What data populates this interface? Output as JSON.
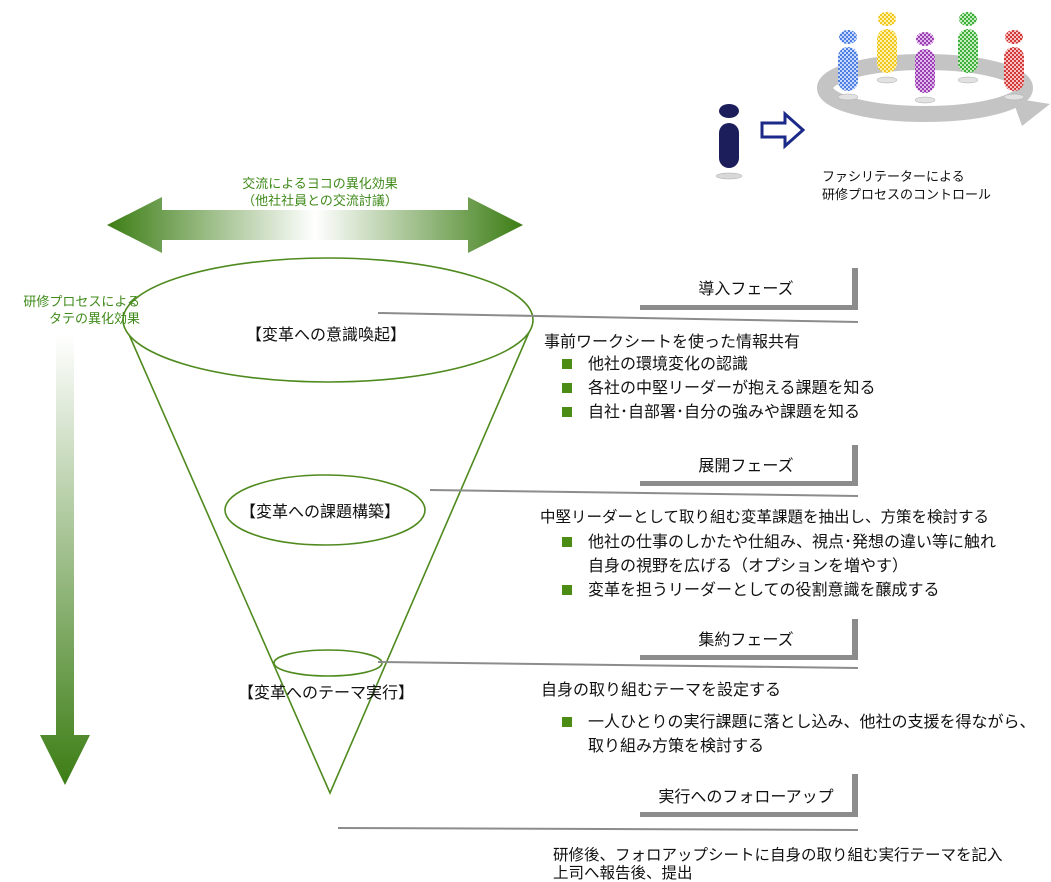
{
  "horizontal_effect": {
    "line1": "交流によるヨコの異化効果",
    "line2": "（他社社員との交流討議）"
  },
  "vertical_effect": {
    "line1": "研修プロセスによる",
    "line2": "タテの異化効果"
  },
  "facilitator": {
    "line1": "ファシリテーターによる",
    "line2": "研修プロセスのコントロール"
  },
  "stages": [
    {
      "label": "【変革への意識喚起】"
    },
    {
      "label": "【変革への課題構築】"
    },
    {
      "label": "【変革へのテーマ実行】"
    }
  ],
  "phases": [
    {
      "title": "導入フェーズ",
      "heading": "事前ワークシートを使った情報共有",
      "bullets": [
        [
          "他社の環境変化の認識"
        ],
        [
          "各社の中堅リーダーが抱える課題を知る"
        ],
        [
          "自社･自部署･自分の強みや課題を知る"
        ]
      ]
    },
    {
      "title": "展開フェーズ",
      "heading": "中堅リーダーとして取り組む変革課題を抽出し、方策を検討する",
      "bullets": [
        [
          "他社の仕事のしかたや仕組み、視点･発想の違い等に触れ",
          "自身の視野を広げる（オプションを増やす）"
        ],
        [
          "変革を担うリーダーとしての役割意識を醸成する"
        ]
      ]
    },
    {
      "title": "集約フェーズ",
      "heading": "自身の取り組むテーマを設定する",
      "bullets": [
        [
          "一人ひとりの実行課題に落とし込み、他社の支援を得ながら、",
          "取り組み方策を検討する"
        ]
      ]
    },
    {
      "title": "実行へのフォローアップ",
      "heading": "研修後、フォロアップシートに自身の取り組む実行テーマを記入",
      "heading2": "上司へ報告後、提出"
    }
  ],
  "colors": {
    "accent_green": "#4a8c14",
    "funnel_outline": "#4f8a1e",
    "panel_gray": "#8c8c8c"
  }
}
